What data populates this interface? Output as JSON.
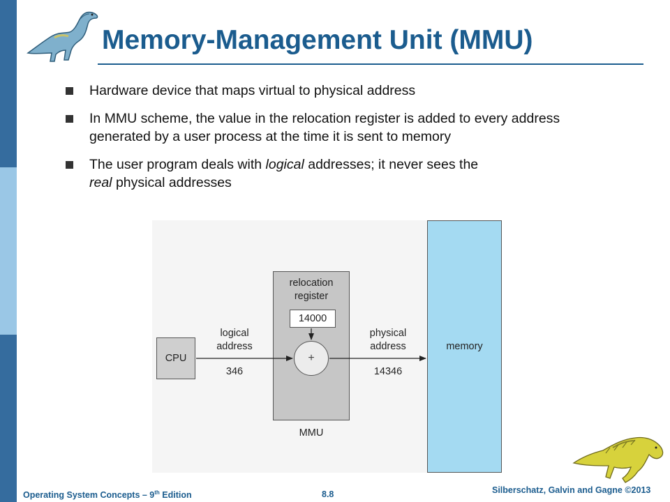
{
  "title": "Memory-Management Unit (MMU)",
  "bullets": {
    "b1": "Hardware device that maps virtual to physical address",
    "b2": "In MMU scheme, the value in the relocation register is added to every address generated by a user process at the time it is sent to memory",
    "b3_part1": "The user program deals with ",
    "b3_logical": "logical",
    "b3_part2": " addresses; it never sees the",
    "b3_real": "real",
    "b3_part3": " physical addresses"
  },
  "diagram": {
    "cpu": "CPU",
    "relocation_line1": "relocation",
    "relocation_line2": "register",
    "register_value": "14000",
    "adder_symbol": "+",
    "mmu": "MMU",
    "memory": "memory",
    "logical_line1": "logical",
    "logical_line2": "address",
    "logical_value": "346",
    "physical_line1": "physical",
    "physical_line2": "address",
    "physical_value": "14346"
  },
  "footer": {
    "left_prefix": "Operating System Concepts – 9",
    "left_sup": "th",
    "left_suffix": " Edition",
    "page": "8.8",
    "right": "Silberschatz, Galvin and Gagne ©2013"
  },
  "colors": {
    "title": "#1b5c8e",
    "stripe_dark": "#356c9e",
    "stripe_light": "#9ac7e6",
    "memory_fill": "#a4daf2",
    "mmu_fill": "#c6c6c6"
  }
}
